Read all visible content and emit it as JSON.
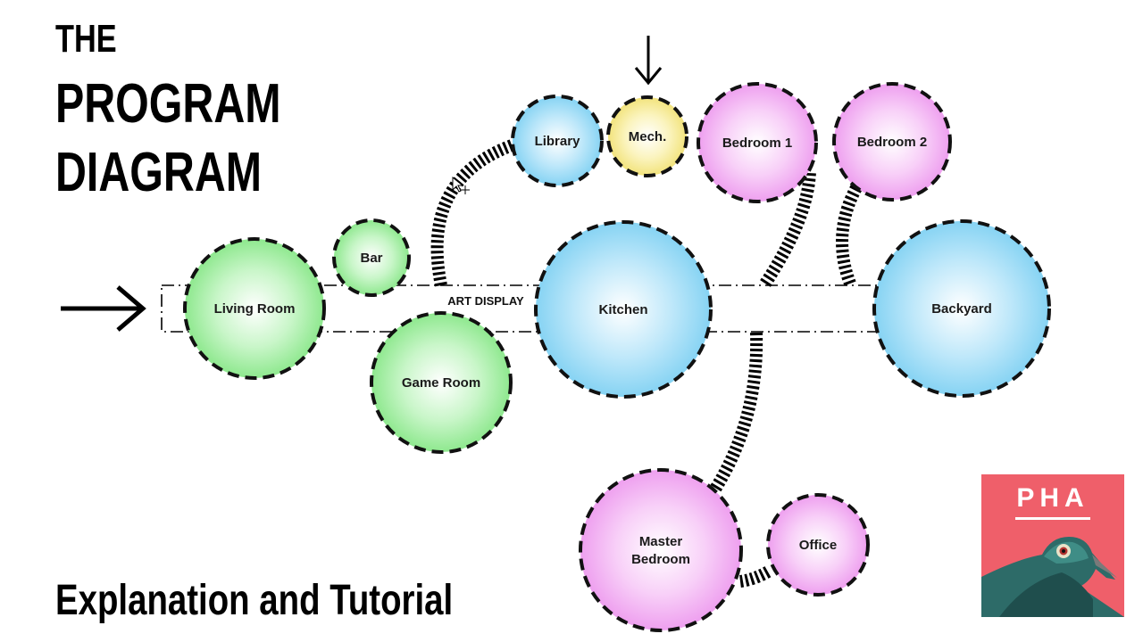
{
  "title": {
    "line1": "THE",
    "line2": "PROGRAM",
    "line3": "DIAGRAM",
    "subtitle": "Explanation and Tutorial"
  },
  "diagram": {
    "band_label": "ART DISPLAY",
    "colors": {
      "public": "#a6f0a6",
      "service": "#9fdcf6",
      "private": "#f4b9f5",
      "mechanical": "#f7ee9e"
    },
    "rooms": [
      {
        "id": "living-room",
        "label": "Living Room",
        "zone": "public"
      },
      {
        "id": "bar",
        "label": "Bar",
        "zone": "public"
      },
      {
        "id": "game-room",
        "label": "Game Room",
        "zone": "public"
      },
      {
        "id": "library",
        "label": "Library",
        "zone": "service"
      },
      {
        "id": "mech",
        "label": "Mech.",
        "zone": "mechanical"
      },
      {
        "id": "bedroom-1",
        "label": "Bedroom 1",
        "zone": "private"
      },
      {
        "id": "bedroom-2",
        "label": "Bedroom 2",
        "zone": "private"
      },
      {
        "id": "kitchen",
        "label": "Kitchen",
        "zone": "service"
      },
      {
        "id": "backyard",
        "label": "Backyard",
        "zone": "service"
      },
      {
        "id": "master-bedroom",
        "label": "Master\nBedroom",
        "zone": "private"
      },
      {
        "id": "office",
        "label": "Office",
        "zone": "private"
      }
    ],
    "connections": [
      {
        "from": "living-room",
        "to": "library"
      },
      {
        "from": "kitchen",
        "to": "bedroom-1"
      },
      {
        "from": "backyard",
        "to": "bedroom-2"
      },
      {
        "from": "kitchen",
        "to": "master-bedroom"
      },
      {
        "from": "master-bedroom",
        "to": "office"
      }
    ],
    "entries": [
      {
        "icon": "right-arrow-icon",
        "target": "living-room"
      },
      {
        "icon": "down-arrow-icon",
        "target": "mech"
      }
    ]
  },
  "logo": {
    "text": "PHA",
    "icon": "pigeon-icon",
    "background": "#ef5f6a"
  }
}
